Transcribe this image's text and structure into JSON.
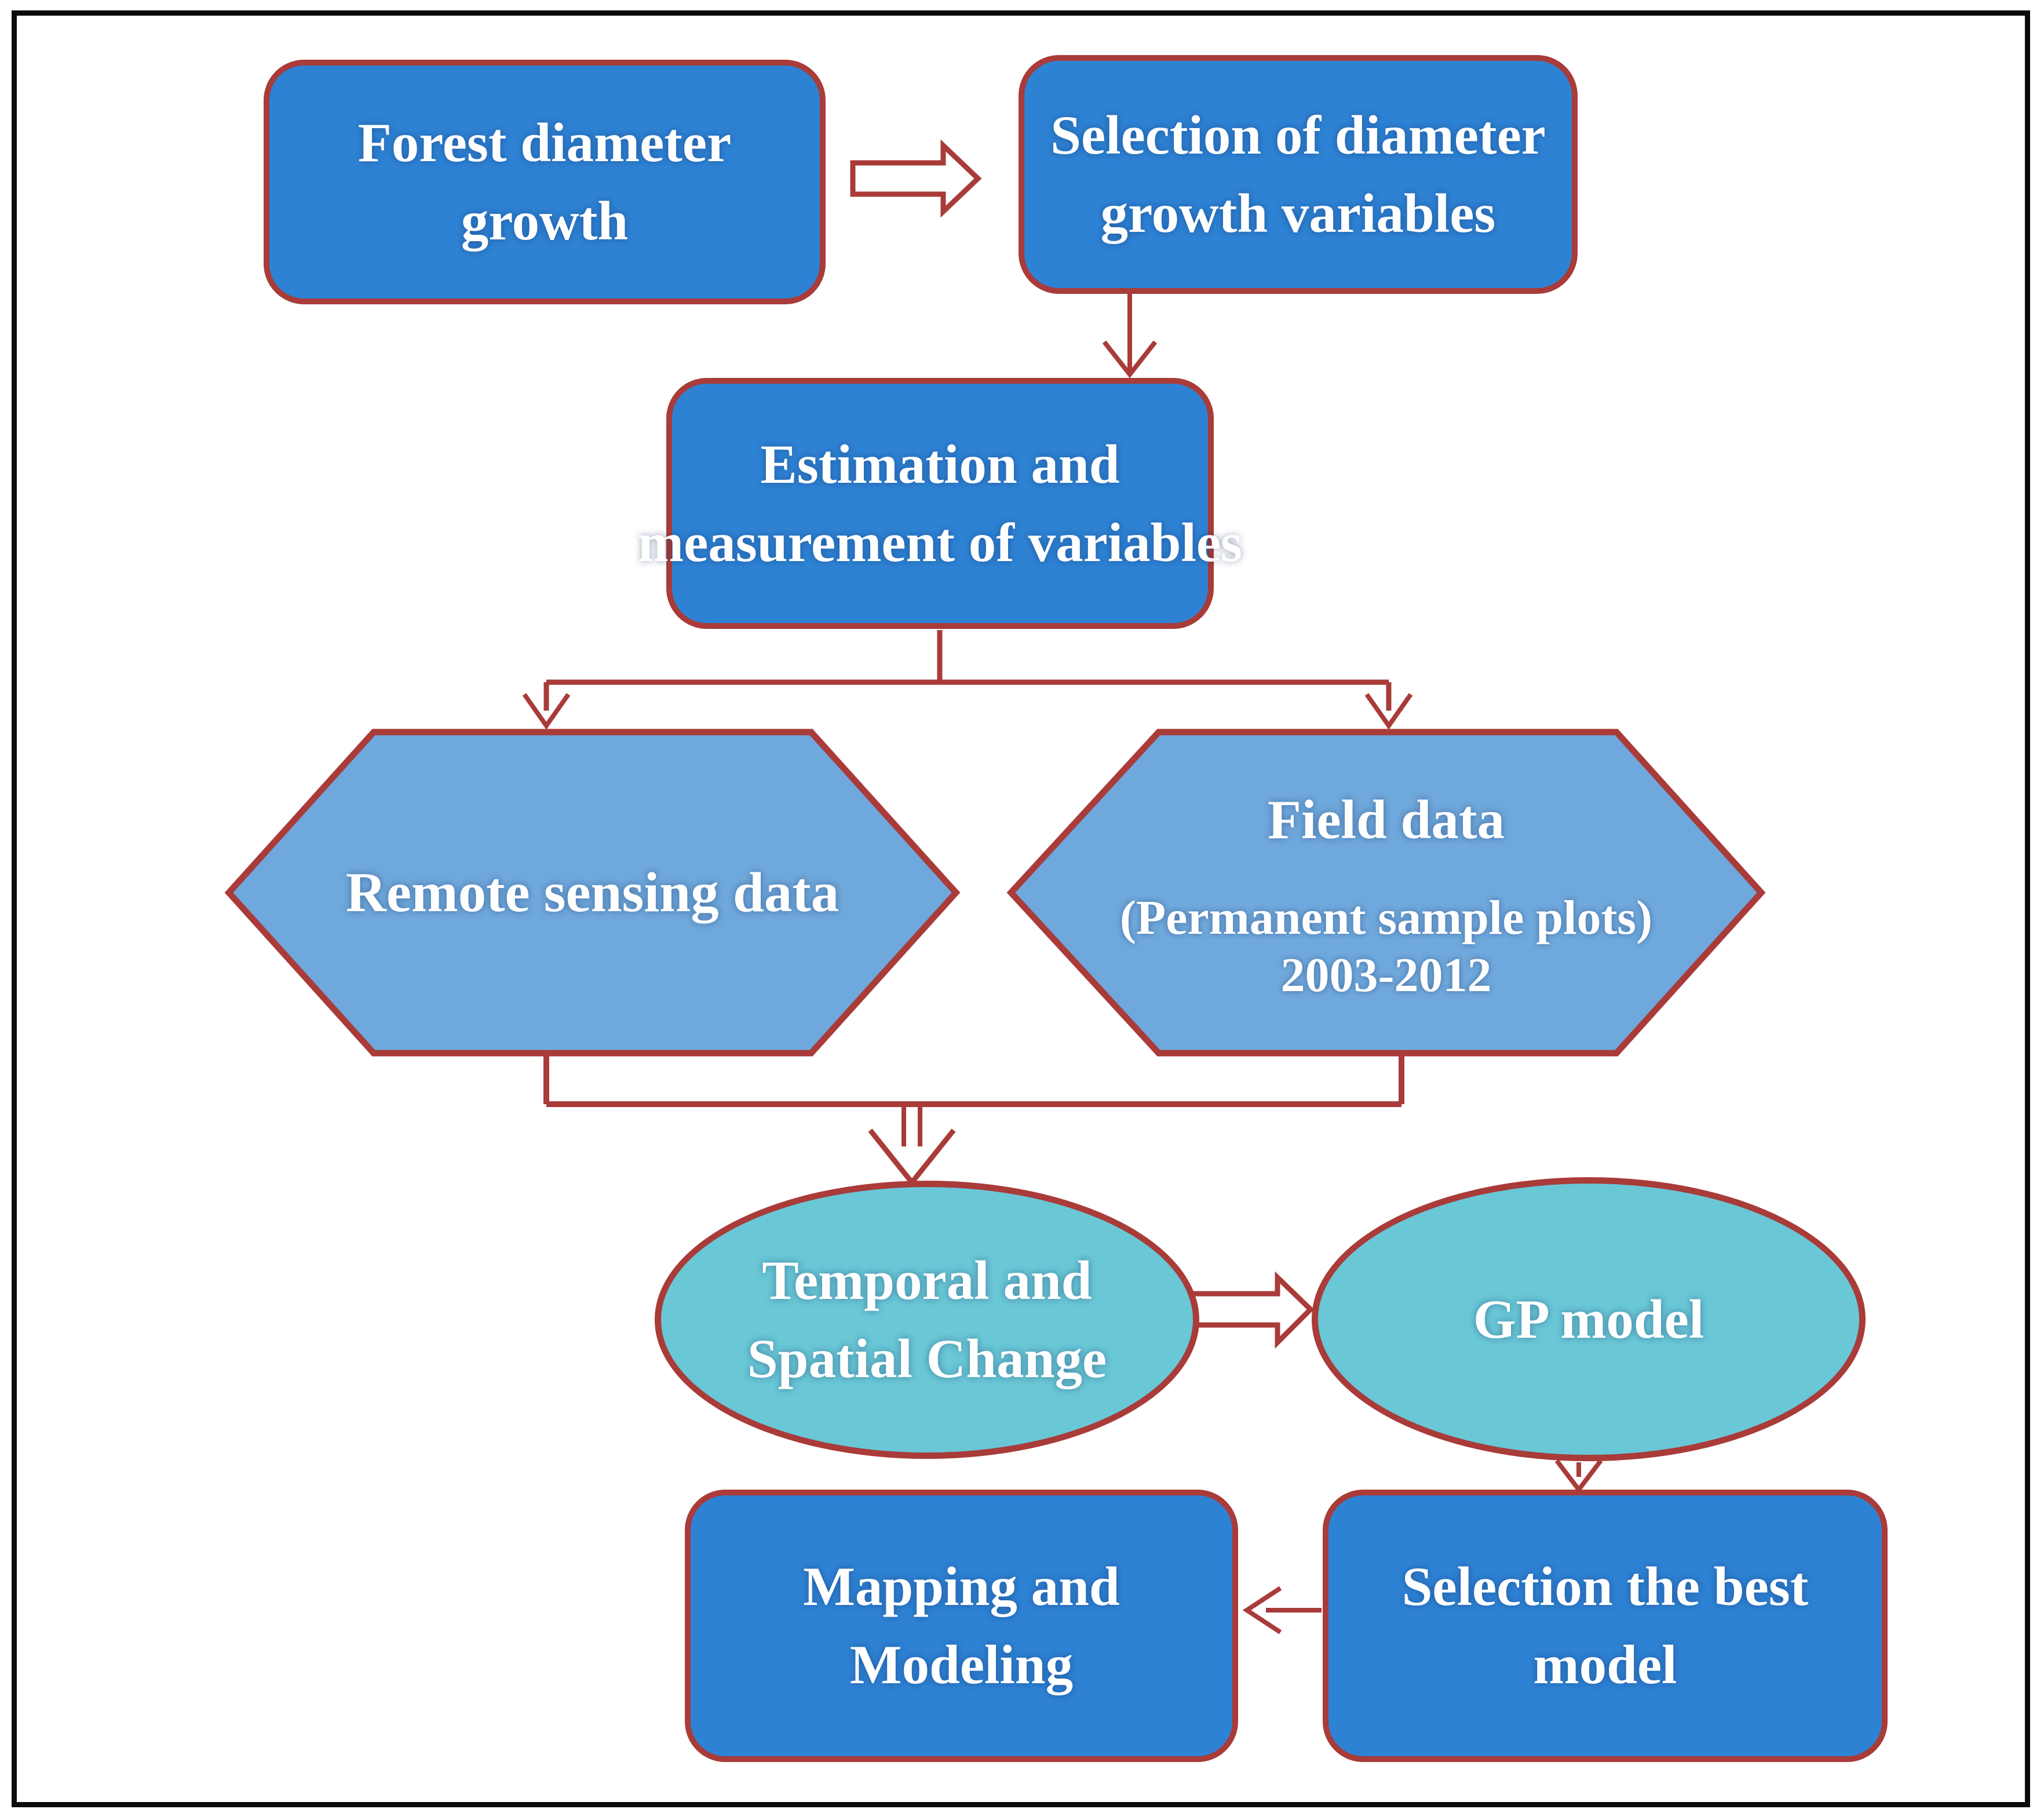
{
  "diagram_title": "Forest diameter growth modeling flowchart",
  "nodes": {
    "forest": {
      "line1": "Forest diameter",
      "line2": "growth"
    },
    "selection_vars": {
      "line1": "Selection of diameter",
      "line2": "growth variables"
    },
    "estimation": {
      "line1": "Estimation and",
      "line2": "measurement of variables"
    },
    "remote_sensing": {
      "line1": "Remote sensing data"
    },
    "field_data": {
      "line1": "Field data",
      "line2": "(Permanent sample plots)",
      "line3": "2003-2012"
    },
    "temporal": {
      "line1": "Temporal and",
      "line2": "Spatial Change"
    },
    "gp": {
      "line1": "GP model"
    },
    "mapping": {
      "line1": "Mapping and",
      "line2": "Modeling"
    },
    "best_model": {
      "line1": "Selection the best",
      "line2": "model"
    }
  },
  "colors": {
    "process_box_fill": "#2E82D4",
    "hexagon_fill": "#6FA8DC",
    "ellipse_fill": "#69C7D6",
    "outline_red": "#A93B39",
    "text": "#FFFFFF",
    "frame_border": "#0B0B0B",
    "background": "#FFFFFF"
  }
}
